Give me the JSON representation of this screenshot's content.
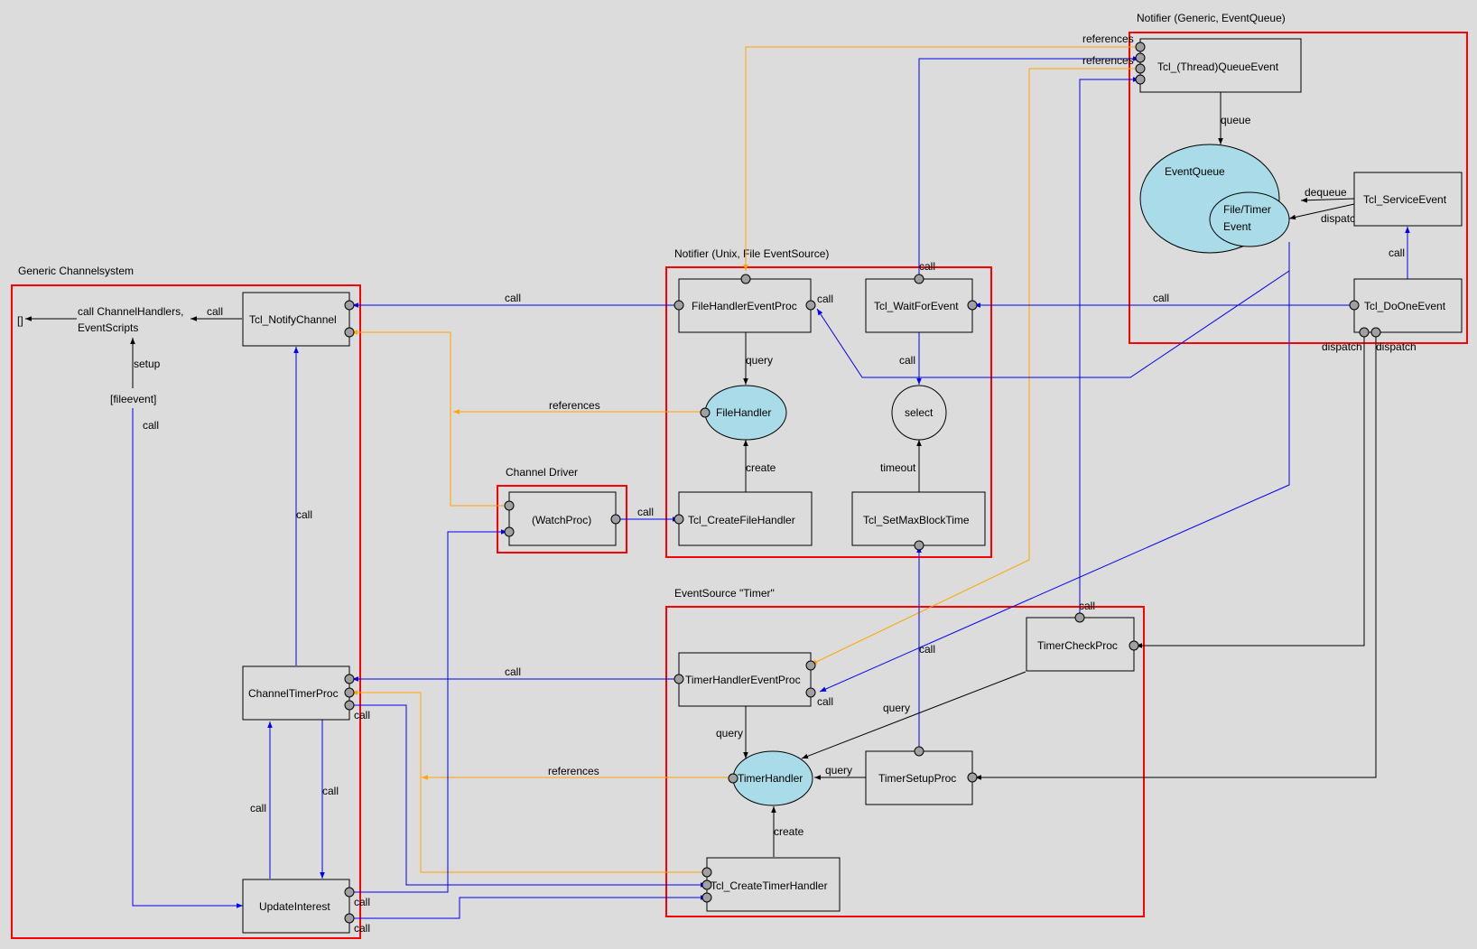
{
  "groups": {
    "generic_channelsystem": "Generic Channelsystem",
    "notifier_generic": "Notifier (Generic, EventQueue)",
    "notifier_unix": "Notifier (Unix, File EventSource)",
    "channel_driver": "Channel Driver",
    "eventsource_timer": "EventSource \"Timer\""
  },
  "nodes": {
    "tcl_queueevent": "Tcl_(Thread)QueueEvent",
    "eventqueue": "EventQueue",
    "file_timer_event_1": "File/Timer",
    "file_timer_event_2": "Event",
    "tcl_serviceevent": "Tcl_ServiceEvent",
    "tcl_dooneevent": "Tcl_DoOneEvent",
    "filehandlereventproc": "FileHandlerEventProc",
    "tcl_waitforevent": "Tcl_WaitForEvent",
    "filehandler": "FileHandler",
    "select": "select",
    "tcl_createfilehandler": "Tcl_CreateFileHandler",
    "tcl_setmaxblocktime": "Tcl_SetMaxBlockTime",
    "watchproc": "(WatchProc)",
    "tcl_notifychannel": "Tcl_NotifyChannel",
    "call_channelhandlers_1": "call ChannelHandlers,",
    "call_channelhandlers_2": "EventScripts",
    "brackets": "[]",
    "fileevent": "[fileevent]",
    "channeltimerproc": "ChannelTimerProc",
    "updateinterest": "UpdateInterest",
    "timercheckproc": "TimerCheckProc",
    "timerhandlereventproc": "TimerHandlerEventProc",
    "timerhandler": "TimerHandler",
    "timersetupproc": "TimerSetupProc",
    "tcl_createtimerhandler": "Tcl_CreateTimerHandler"
  },
  "edge_labels": {
    "references": "references",
    "queue": "queue",
    "dequeue": "dequeue",
    "dispatch": "dispatch",
    "call": "call",
    "query": "query",
    "create": "create",
    "timeout": "timeout",
    "setup": "setup"
  }
}
